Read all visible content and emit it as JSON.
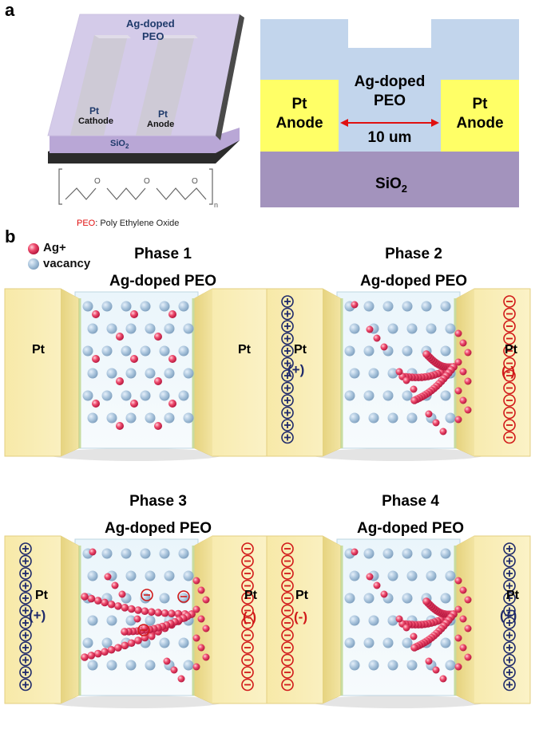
{
  "panel_a": {
    "label": "a",
    "device3d": {
      "top_label_line1": "Ag-doped",
      "top_label_line2": "PEO",
      "cathode_line1": "Pt",
      "cathode_line2": "Cathode",
      "anode_line1": "Pt",
      "anode_line2": "Anode",
      "substrate": "SiO",
      "substrate_sub": "2",
      "formula_o": "O",
      "formula_n": "n",
      "caption_abbr": "PEO",
      "caption_text": ": Poly Ethylene Oxide"
    },
    "cross_section": {
      "peo_line1": "Ag-doped",
      "peo_line2": "PEO",
      "left_line1": "Pt",
      "left_line2": "Anode",
      "right_line1": "Pt",
      "right_line2": "Anode",
      "gap": "10 um",
      "substrate": "SiO",
      "substrate_sub": "2"
    }
  },
  "panel_b": {
    "label": "b",
    "legend": [
      {
        "name": "Ag+",
        "color": "#e8335a"
      },
      {
        "name": "vacancy",
        "color": "#a9c4dc"
      }
    ],
    "phases": [
      {
        "title": "Phase 1",
        "subtitle": "Ag-doped PEO",
        "left_electrode": "Pt",
        "left_polarity": "",
        "right_electrode": "Pt",
        "right_polarity": "",
        "left_charge": "none",
        "right_charge": "none"
      },
      {
        "title": "Phase 2",
        "subtitle": "Ag-doped PEO",
        "left_electrode": "Pt",
        "left_polarity": "(+)",
        "right_electrode": "Pt",
        "right_polarity": "(-)",
        "left_charge": "plus",
        "right_charge": "minus"
      },
      {
        "title": "Phase 3",
        "subtitle": "Ag-doped PEO",
        "left_electrode": "Pt",
        "left_polarity": "(+)",
        "right_electrode": "Pt",
        "right_polarity": "(-)",
        "left_charge": "plus",
        "right_charge": "minus"
      },
      {
        "title": "Phase 4",
        "subtitle": "Ag-doped PEO",
        "left_electrode": "Pt",
        "left_polarity": "(-)",
        "right_electrode": "Pt",
        "right_polarity": "(+)",
        "left_charge": "minus",
        "right_charge": "plus"
      }
    ]
  },
  "colors": {
    "pt_yellow": "#ffff66",
    "peo_blue": "#c2d5ec",
    "sio2_purple": "#a393bd",
    "ag_red": "#e8335a",
    "vacancy_blue": "#a9c4dc",
    "plus_navy": "#1f2a6b",
    "minus_red": "#d11a1a"
  }
}
